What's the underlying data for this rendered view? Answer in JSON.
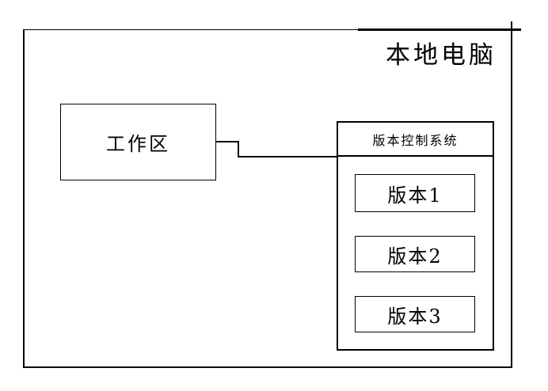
{
  "diagram": {
    "local_computer": {
      "label": "本地电脑"
    },
    "workspace": {
      "label": "工作区"
    },
    "vcs": {
      "title": "版本控制系统",
      "versions": [
        {
          "label": "版本1"
        },
        {
          "label": "版本2"
        },
        {
          "label": "版本3"
        }
      ]
    },
    "colors": {
      "line": "#000000",
      "background": "#ffffff"
    }
  }
}
